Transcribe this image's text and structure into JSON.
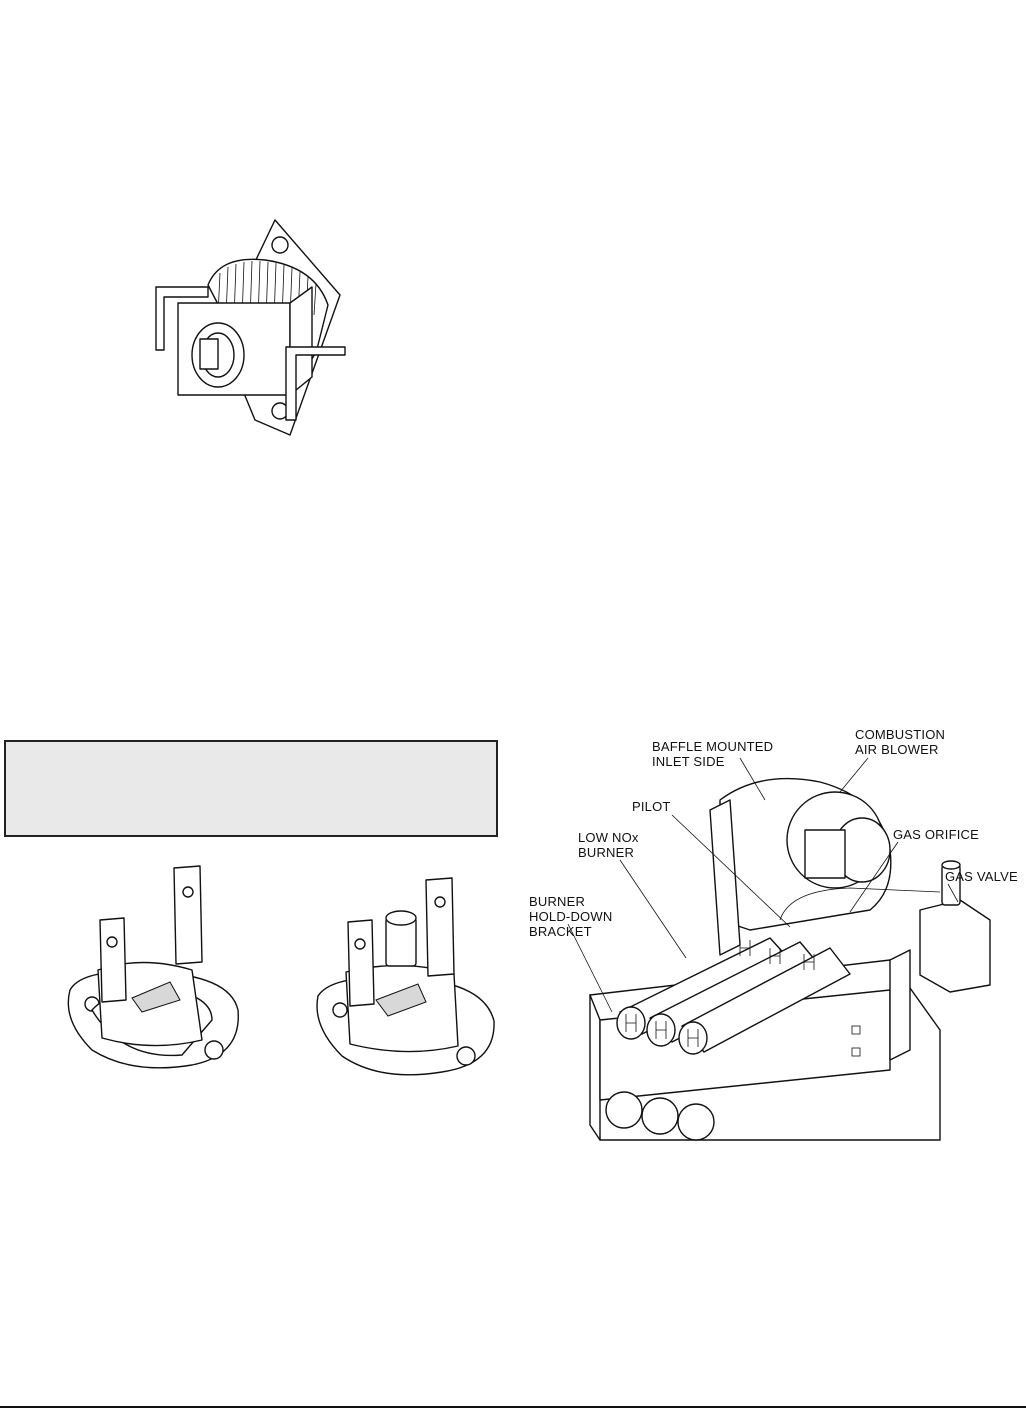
{
  "notice_box": {
    "text": ""
  },
  "burner_figure": {
    "labels": {
      "combustion_air_blower": "COMBUSTION\nAIR BLOWER",
      "baffle_mounted_inlet_side": "BAFFLE MOUNTED\nINLET SIDE",
      "pilot": "PILOT",
      "gas_orifice": "GAS ORIFICE",
      "low_nox_burner": "LOW NOx\nBURNER",
      "gas_valve": "GAS VALVE",
      "burner_hold_down_bracket": "BURNER\nHOLD-DOWN\nBRACKET"
    }
  }
}
